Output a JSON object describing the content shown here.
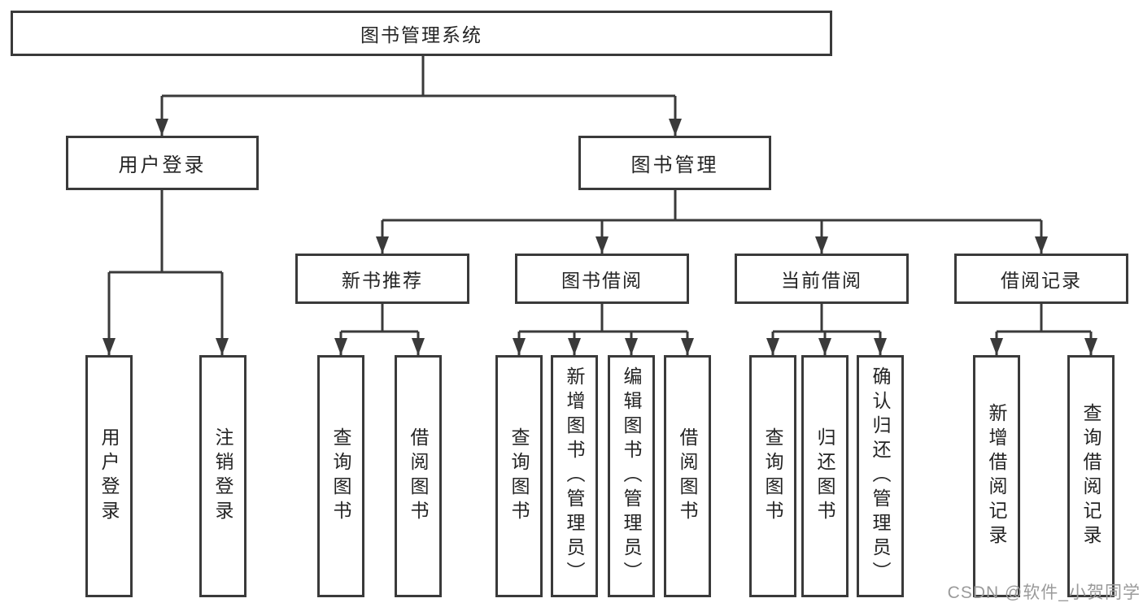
{
  "colors": {
    "line": "#3a3a3a",
    "text": "#242424",
    "background": "#ffffff",
    "watermark": "#9a9a9a"
  },
  "watermark": "CSDN @软件_小贺同学",
  "tree": {
    "root": {
      "label": "图书管理系统"
    },
    "branches": [
      {
        "label": "用户登录",
        "leaves": [
          {
            "label": "用户登录"
          },
          {
            "label": "注销登录"
          }
        ]
      },
      {
        "label": "图书管理",
        "groups": [
          {
            "label": "新书推荐",
            "leaves": [
              {
                "label": "查询图书"
              },
              {
                "label": "借阅图书"
              }
            ]
          },
          {
            "label": "图书借阅",
            "leaves": [
              {
                "label": "查询图书"
              },
              {
                "label": "新增图书（管理员）"
              },
              {
                "label": "编辑图书（管理员）"
              },
              {
                "label": "借阅图书"
              }
            ]
          },
          {
            "label": "当前借阅",
            "leaves": [
              {
                "label": "查询图书"
              },
              {
                "label": "归还图书"
              },
              {
                "label": "确认归还（管理员）"
              }
            ]
          },
          {
            "label": "借阅记录",
            "leaves": [
              {
                "label": "新增借阅记录"
              },
              {
                "label": "查询借阅记录"
              }
            ]
          }
        ]
      }
    ]
  }
}
